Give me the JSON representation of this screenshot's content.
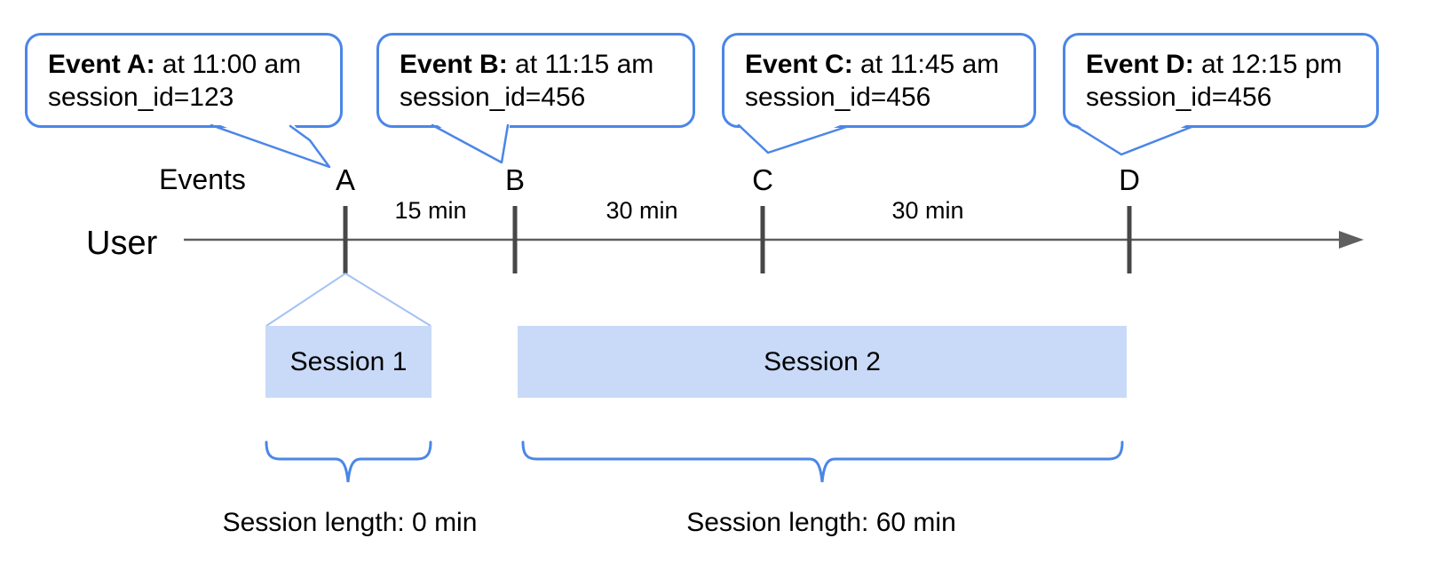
{
  "colors": {
    "accent_blue": "#4a86e8",
    "light_blue": "#a4c2f4",
    "session_fill": "#c9daf8",
    "line_gray": "#5f5f5f",
    "tick_gray": "#474747",
    "text": "#000000"
  },
  "timeline": {
    "events_label": "Events",
    "user_label": "User",
    "markers": [
      "A",
      "B",
      "C",
      "D"
    ],
    "intervals": [
      "15 min",
      "30 min",
      "30 min"
    ]
  },
  "callouts": [
    {
      "title": "Event A:",
      "time": "at 11:00 am",
      "session_id": "session_id=123"
    },
    {
      "title": "Event B:",
      "time": "at 11:15 am",
      "session_id": "session_id=456"
    },
    {
      "title": "Event C:",
      "time": "at 11:45 am",
      "session_id": "session_id=456"
    },
    {
      "title": "Event D:",
      "time": "at 12:15 pm",
      "session_id": "session_id=456"
    }
  ],
  "sessions": [
    {
      "label": "Session 1",
      "length_label": "Session length: 0 min"
    },
    {
      "label": "Session 2",
      "length_label": "Session length: 60 min"
    }
  ]
}
